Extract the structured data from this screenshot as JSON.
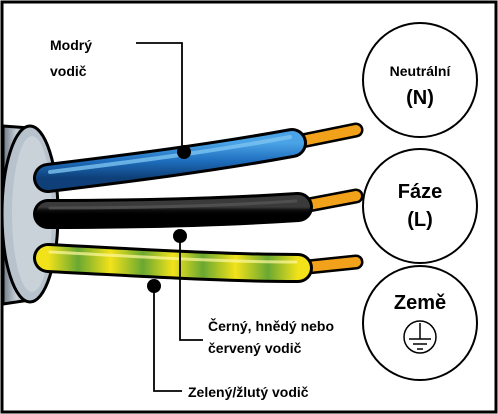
{
  "labels": {
    "blue_line1": "Modrý",
    "blue_line2": "vodič",
    "black_line1": "Černý, hnědý nebo",
    "black_line2": "červený vodič",
    "green": "Zelený/žlutý vodič"
  },
  "circles": {
    "neutral_title": "Neutrální",
    "neutral_code": "(N)",
    "phase_title": "Fáze",
    "phase_code": "(L)",
    "earth_title": "Země",
    "earth_icon": "ground-symbol-icon"
  },
  "colors": {
    "blue_wire": "#1f6fbf",
    "black_wire": "#111111",
    "green_wire": "#6aa832",
    "yellow_wire": "#f2e21a",
    "copper": "#f2a21a",
    "cable_gray": "#9aa3ad",
    "border": "#000000"
  }
}
